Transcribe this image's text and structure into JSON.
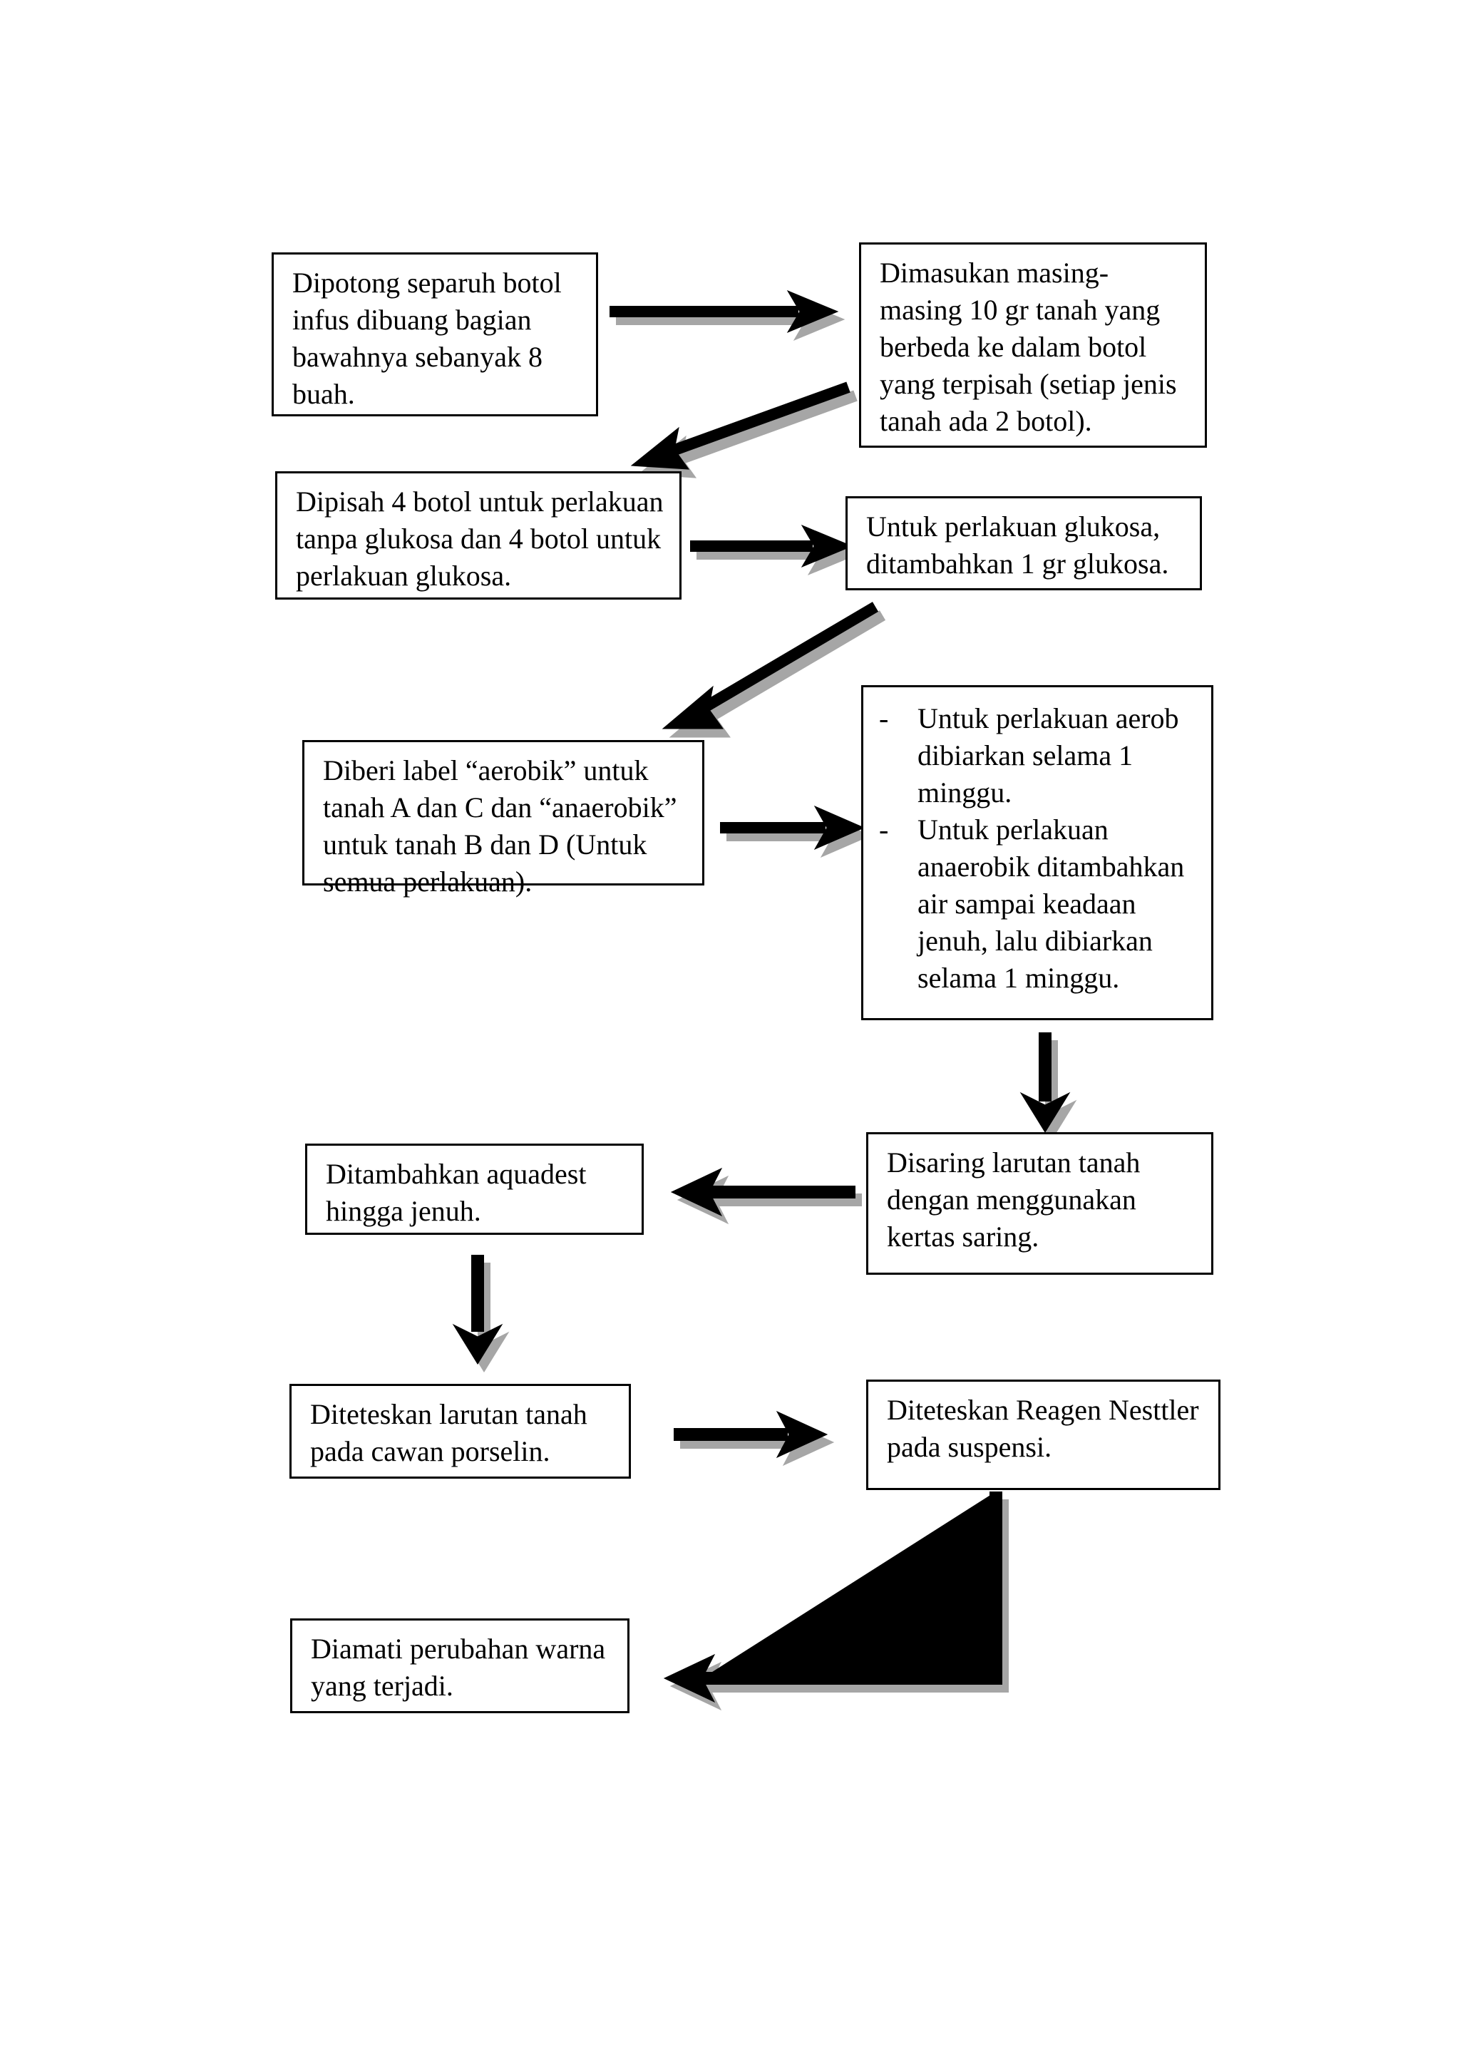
{
  "diagram": {
    "type": "flowchart",
    "title": "Diagram alir prosedur percobaan tanah (aerob / anaerob)",
    "background_color": "#ffffff",
    "box_border_color": "#000000",
    "arrow_color": "#000000",
    "arrow_shadow_color": "#a6a6a6",
    "nodes": [
      {
        "id": "n1",
        "name": "node-dipotong-botol",
        "text": "Dipotong separuh botol infus dibuang bagian bawahnya sebanyak 8 buah."
      },
      {
        "id": "n2",
        "name": "node-dimasukan-tanah",
        "text": "Dimasukan masing-masing 10 gr tanah yang berbeda ke dalam botol yang terpisah (setiap jenis tanah ada 2 botol)."
      },
      {
        "id": "n3",
        "name": "node-dipisah-botol",
        "text": "Dipisah 4 botol untuk perlakuan tanpa glukosa dan 4 botol untuk perlakuan glukosa."
      },
      {
        "id": "n4",
        "name": "node-perlakuan-glukosa",
        "text": "Untuk perlakuan glukosa, ditambahkan 1 gr glukosa."
      },
      {
        "id": "n5",
        "name": "node-diberi-label",
        "text": "Diberi label “aerobik” untuk tanah A dan C dan “anaerobik” untuk tanah B dan D (Untuk semua perlakuan)."
      },
      {
        "id": "n6",
        "name": "node-perlakuan-aerob-anaerob",
        "bullet_marker": "-",
        "bullets": [
          "Untuk perlakuan aerob dibiarkan selama 1 minggu.",
          "Untuk perlakuan anaerobik ditambahkan air sampai keadaan jenuh, lalu dibiarkan selama 1 minggu."
        ]
      },
      {
        "id": "n7",
        "name": "node-disaring-larutan",
        "text": "Disaring larutan tanah dengan menggunakan kertas saring."
      },
      {
        "id": "n8",
        "name": "node-ditambahkan-aquadest",
        "text": "Ditambahkan aquadest hingga jenuh."
      },
      {
        "id": "n9",
        "name": "node-diteteskan-larutan",
        "text": "Diteteskan larutan tanah pada cawan porselin."
      },
      {
        "id": "n10",
        "name": "node-diteteskan-reagen",
        "text": "Diteteskan Reagen Nesttler pada suspensi."
      },
      {
        "id": "n11",
        "name": "node-diamati-perubahan",
        "text": "Diamati perubahan warna yang terjadi."
      }
    ],
    "edges": [
      {
        "name": "edge-n1-to-n2",
        "from": "n1",
        "to": "n2",
        "kind": "straight-right"
      },
      {
        "name": "edge-n2-to-n3",
        "from": "n2",
        "to": "n3",
        "kind": "diagonal-down-left"
      },
      {
        "name": "edge-n3-to-n4",
        "from": "n3",
        "to": "n4",
        "kind": "straight-right"
      },
      {
        "name": "edge-n4-to-n5",
        "from": "n4",
        "to": "n5",
        "kind": "diagonal-down-left"
      },
      {
        "name": "edge-n5-to-n6",
        "from": "n5",
        "to": "n6",
        "kind": "straight-right"
      },
      {
        "name": "edge-n6-to-n7",
        "from": "n6",
        "to": "n7",
        "kind": "straight-down"
      },
      {
        "name": "edge-n7-to-n8",
        "from": "n7",
        "to": "n8",
        "kind": "straight-left"
      },
      {
        "name": "edge-n8-to-n9",
        "from": "n8",
        "to": "n9",
        "kind": "straight-down"
      },
      {
        "name": "edge-n9-to-n10",
        "from": "n9",
        "to": "n10",
        "kind": "straight-right"
      },
      {
        "name": "edge-n10-to-n11",
        "from": "n10",
        "to": "n11",
        "kind": "elbow-down-left"
      }
    ]
  }
}
